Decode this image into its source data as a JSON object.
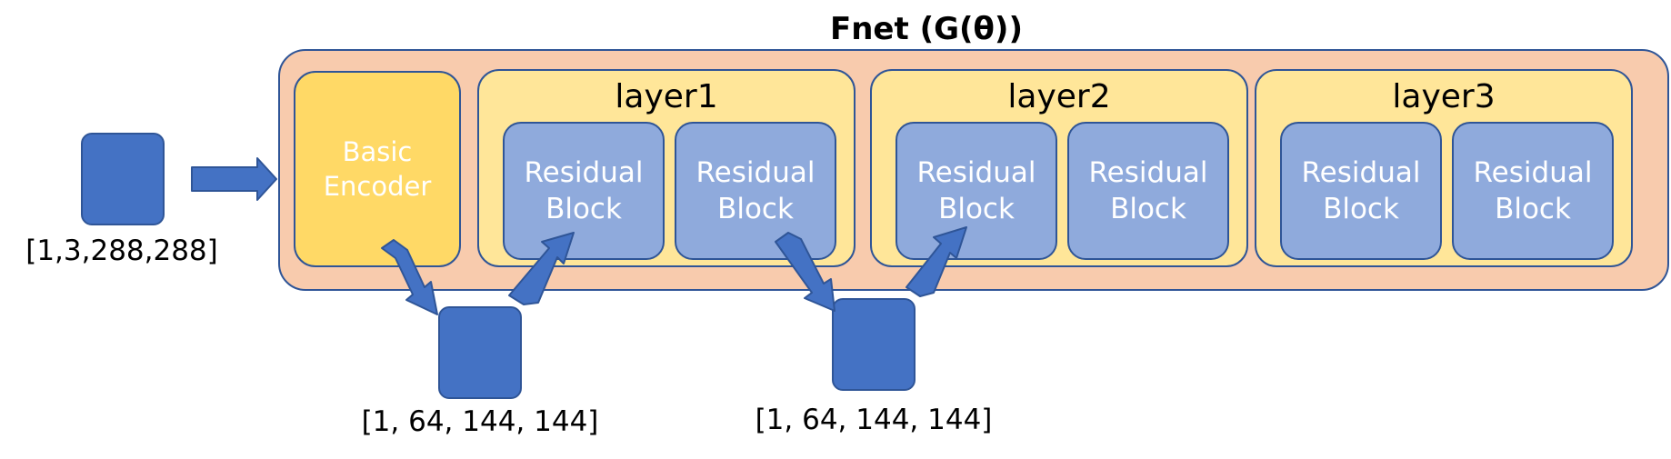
{
  "title": "Fnet (G(θ))",
  "input": {
    "shape_label": "[1,3,288,288]"
  },
  "encoder": {
    "label_line1": "Basic",
    "label_line2": "Encoder"
  },
  "layers": [
    {
      "label": "layer1",
      "blocks": [
        {
          "line1": "Residual",
          "line2": "Block"
        },
        {
          "line1": "Residual",
          "line2": "Block"
        }
      ]
    },
    {
      "label": "layer2",
      "blocks": [
        {
          "line1": "Residual",
          "line2": "Block"
        },
        {
          "line1": "Residual",
          "line2": "Block"
        }
      ]
    },
    {
      "label": "layer3",
      "blocks": [
        {
          "line1": "Residual",
          "line2": "Block"
        },
        {
          "line1": "Residual",
          "line2": "Block"
        }
      ]
    }
  ],
  "intermediate_tensors": [
    {
      "shape_label": "[1, 64, 144, 144]"
    },
    {
      "shape_label": "[1, 64, 144, 144]"
    }
  ],
  "colors": {
    "fnet_bg": "#f8cbad",
    "layer_bg": "#ffe699",
    "encoder_bg": "#ffd966",
    "block_bg": "#8faadc",
    "tensor": "#4472c4",
    "border": "#2f5597"
  }
}
